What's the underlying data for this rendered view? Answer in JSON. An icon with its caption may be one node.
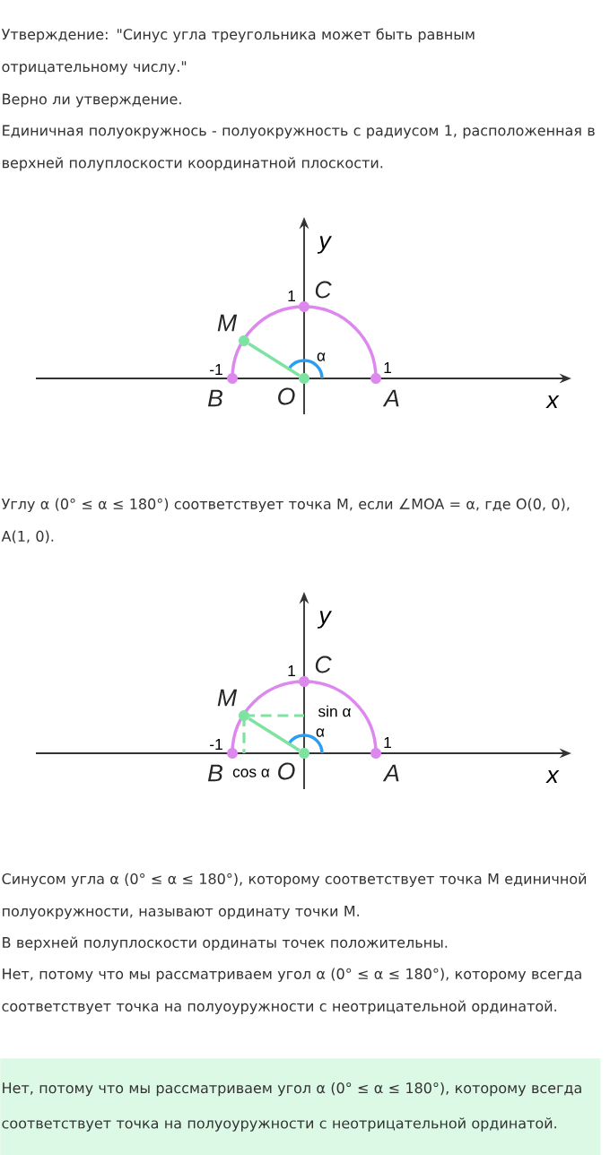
{
  "diagram": {
    "nodes": [
      {
        "text": [
          "C"
        ]
      },
      {
        "text": [
          "M"
        ]
      },
      {
        "text": [
          "B"
        ]
      },
      {
        "text": [
          "O"
        ]
      },
      {
        "text": [
          "A"
        ]
      },
      {
        "text": [
          "C"
        ]
      },
      {
        "text": [
          "M"
        ]
      },
      {
        "text": [
          "B"
        ]
      },
      {
        "text": [
          "O"
        ]
      },
      {
        "text": [
          "A"
        ]
      },
      {
        "text": [
          "Нет, потому что мы рассматриваем угол α (0° ≤ α ≤ 180°), которому всегда соответствует точка на полуоуружности с неотрицательной ординатой."
        ]
      }
    ],
    "edges": [
      {
        "from": 3,
        "to": 1,
        "arrow": "none"
      },
      {
        "from": 8,
        "to": 6,
        "arrow": "none"
      }
    ],
    "labels": [
      "Утверждение: \"Синус угла треугольника может быть равным отрицательному числу.\"",
      "Верно ли утверждение.",
      "Единичная полуокружнось - полуокружность с радиусом 1, расположенная в верхней полуплоскости координатной плоскости.",
      "y",
      "1",
      "α",
      "-1",
      "1",
      "x",
      "Углу α (0° ≤ α ≤ 180°) соответствует точка M, если ∠MOA = α, где O(0, 0), A(1, 0).",
      "y",
      "1",
      "sin α",
      "α",
      "-1",
      "1",
      "cos α",
      "x",
      "Синусом угла α (0° ≤ α ≤ 180°), которому соответствует точка M единичной полуокружности, называют ординату точки M.",
      "В верхней полуплоскости ординаты точек положительны.",
      "Нет, потому что мы рассматриваем угол α (0° ≤ α ≤ 180°), которому всегда соответствует точка на полуоуружности с неотрицательной ординатой."
    ]
  }
}
